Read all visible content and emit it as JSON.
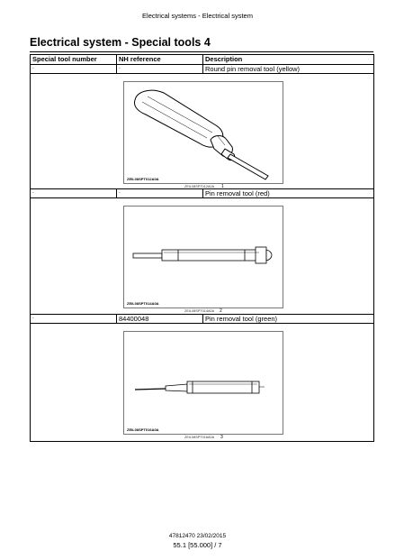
{
  "header": {
    "running_title": "Electrical systems - Electrical system"
  },
  "page_title": "Electrical system - Special tools 4",
  "table": {
    "columns": [
      "Special tool number",
      "NH reference",
      "Description"
    ],
    "rows": [
      {
        "tool_number": "-",
        "nh_reference": "-",
        "description": "Round pin removal tool (yellow)",
        "figure": {
          "code": "ZEIL08SPT012A0A",
          "caption": "ZEIL08SPT012A0A",
          "number": "1"
        }
      },
      {
        "tool_number": "-",
        "nh_reference": "-",
        "description": "Pin removal tool (red)",
        "figure": {
          "code": "ZEIL08SPT014A0A",
          "caption": "ZEIL08SPT014A0A",
          "number": "2"
        }
      },
      {
        "tool_number": "-",
        "nh_reference": "84400048",
        "description": "Pin removal tool (green)",
        "figure": {
          "code": "ZEIL08SPT016A0A",
          "caption": "ZEIL08SPT016A0A",
          "number": "3"
        }
      }
    ]
  },
  "footer": {
    "doc_ref": "47812470 23/02/2015",
    "page_ref": "55.1 [55.000] / 7"
  }
}
